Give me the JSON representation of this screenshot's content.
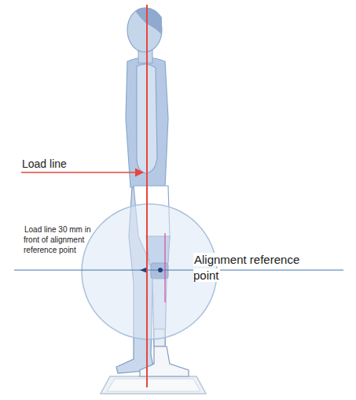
{
  "diagram": {
    "labels": [
      "Load line",
      "Load line 30 mm in front of alignment reference point",
      "Alignment reference point"
    ]
  }
}
